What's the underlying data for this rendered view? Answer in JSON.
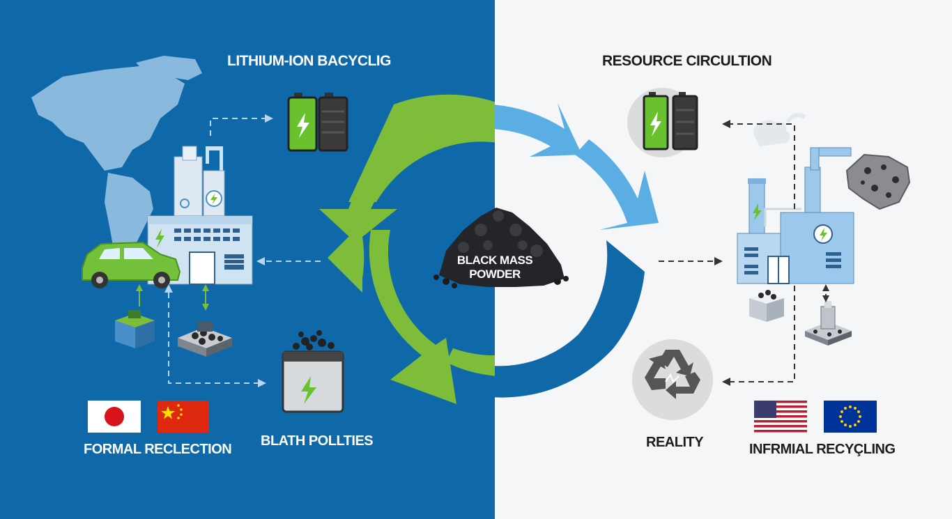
{
  "titles": {
    "left": "LITHIUM-ION BACYCLIG",
    "right": "RESOURCE CIRCULTION"
  },
  "center": {
    "line1": "BLACK MASS",
    "line2": "POWDER"
  },
  "labels": {
    "formal": "FORMAL RECLECTION",
    "bath": "BLATH POLLTIES",
    "reality": "REALITY",
    "informal": "INFRMIAL RECYÇLING"
  },
  "colors": {
    "left_bg": "#0f68a7",
    "right_bg": "#f4f6f8",
    "arrow_green": "#7dbd3a",
    "arrow_blue_light": "#5aaee4",
    "arrow_blue_dark": "#0f68a7",
    "battery_green": "#69c12e",
    "car_green": "#73c13a",
    "factory_light": "#cfe3f3",
    "factory_right": "#9cc8ec"
  },
  "icons": [
    "world-map-icon",
    "factory-icon",
    "battery-icon",
    "car-icon",
    "black-mass-pile-icon",
    "recycle-icon",
    "ore-rock-icon",
    "japan-flag-icon",
    "china-flag-icon",
    "usa-flag-icon",
    "eu-flag-icon"
  ]
}
